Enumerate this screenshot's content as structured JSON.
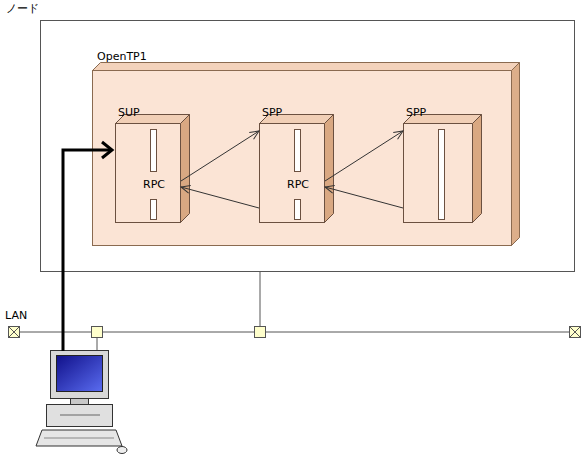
{
  "diagram": {
    "nodes": [
      {
        "text": [
          "ノード"
        ]
      },
      {
        "text": [
          "OpenTP1"
        ],
        "in": 0
      },
      {
        "text": [
          "SUP",
          "RPC"
        ],
        "in": 1
      },
      {
        "text": [
          "SPP",
          "RPC"
        ],
        "in": 1
      },
      {
        "text": [
          "SPP"
        ],
        "in": 1
      }
    ],
    "edges": [
      {
        "from": 2,
        "to": 3,
        "arrow": "to"
      },
      {
        "from": 3,
        "to": 2,
        "arrow": "to"
      },
      {
        "from": 3,
        "to": 4,
        "arrow": "to"
      },
      {
        "from": 4,
        "to": 3,
        "arrow": "to"
      }
    ],
    "labels": [
      "LAN"
    ]
  }
}
